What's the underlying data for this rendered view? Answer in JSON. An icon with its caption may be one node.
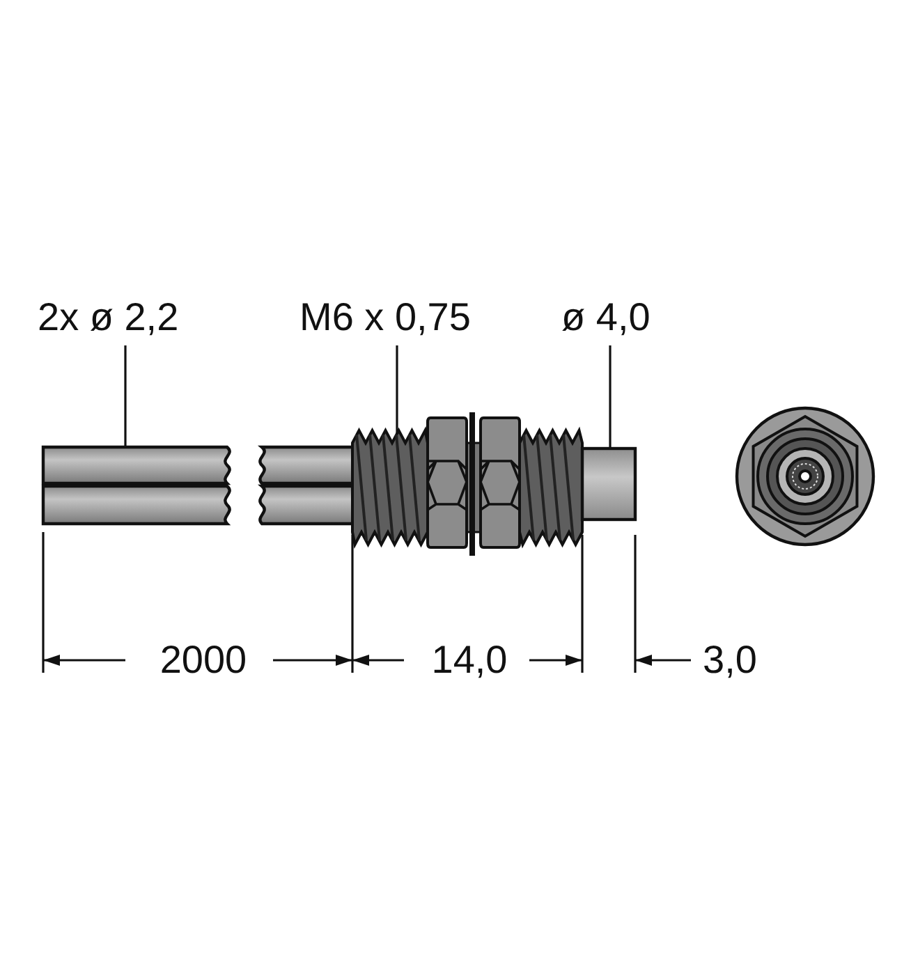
{
  "diagram": {
    "nodes": [
      {
        "text": [
          "2x ø 2,2"
        ]
      },
      {
        "text": [
          "M6 x 0,75"
        ]
      },
      {
        "text": [
          "ø 4,0"
        ]
      },
      {
        "text": [],
        "shape": "bar"
      },
      {
        "text": [],
        "shape": "picture"
      },
      {
        "text": [],
        "shape": "bar"
      }
    ],
    "edges": [
      {
        "from": 0,
        "to": 3,
        "arrow": "none"
      },
      {
        "from": 1,
        "to": 4,
        "arrow": "none"
      },
      {
        "from": 2,
        "to": 5,
        "arrow": "none"
      }
    ],
    "labels": [
      "2000",
      "14,0",
      "3,0"
    ]
  }
}
